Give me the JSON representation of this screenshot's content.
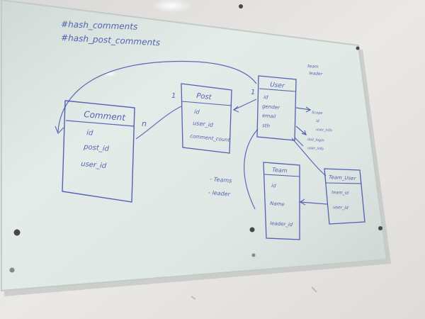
{
  "board": {
    "header_lines": [
      "#hash_comments",
      "#hash_post_comments"
    ]
  },
  "entities": {
    "comment": {
      "title": "Comment",
      "fields": [
        "id",
        "post_id",
        "user_id"
      ]
    },
    "post": {
      "title": "Post",
      "fields": [
        "id",
        "user_id",
        "comment_count"
      ]
    },
    "user": {
      "title": "User",
      "fields": [
        "id",
        "gender",
        "email",
        "sth"
      ]
    },
    "team": {
      "title": "Team",
      "fields": [
        "id",
        "Name",
        "leader_id"
      ]
    },
    "team_user": {
      "title": "Team_User",
      "fields": [
        "team_id",
        "user_id"
      ]
    }
  },
  "relations": {
    "comment_post_many": "n",
    "post_one": "1",
    "user_one": "1"
  },
  "notes": {
    "top_right": [
      "team",
      "leader"
    ],
    "middle": [
      "- Teams",
      "- leader"
    ],
    "user_side_1": [
      "Scope",
      "id",
      "user_info"
    ],
    "user_side_2": [
      "last_login",
      "user_info"
    ]
  },
  "colors": {
    "ink": "#3a4aa8",
    "board": "#dde6e3",
    "wall": "#e6e4e2",
    "frame": "#c7cfcd",
    "bolt": "#4a4743"
  }
}
